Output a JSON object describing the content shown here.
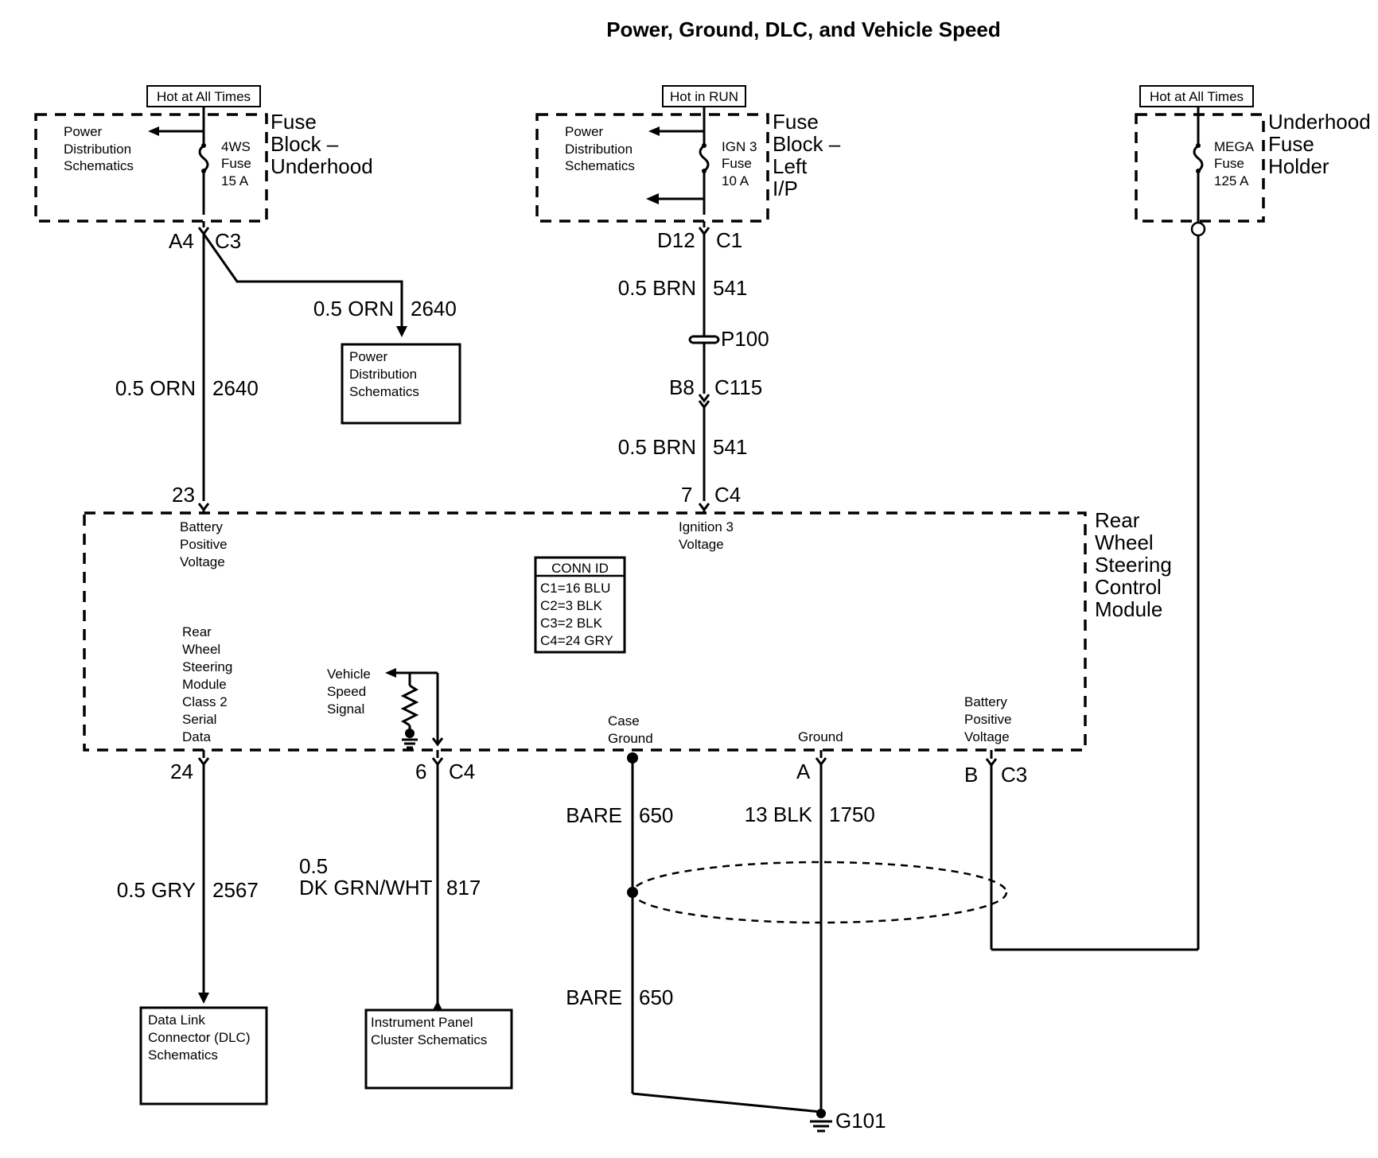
{
  "title": "Power, Ground, DLC, and Vehicle Speed",
  "hot_labels": {
    "left": "Hot at All Times",
    "middle": "Hot in RUN",
    "right": "Hot at All Times"
  },
  "fuse_block_underhood": {
    "name_lines": [
      "Fuse",
      "Block –",
      "Underhood"
    ],
    "pd_lines": [
      "Power",
      "Distribution",
      "Schematics"
    ],
    "fuse_lines": [
      "4WS",
      "Fuse",
      "15 A"
    ]
  },
  "fuse_block_left_ip": {
    "name_lines": [
      "Fuse",
      "Block –",
      "Left",
      "I/P"
    ],
    "pd_lines": [
      "Power",
      "Distribution",
      "Schematics"
    ],
    "fuse_lines": [
      "IGN 3",
      "Fuse",
      "10 A"
    ]
  },
  "underhood_fuse_holder": {
    "name_lines": [
      "Underhood",
      "Fuse",
      "Holder"
    ],
    "fuse_lines": [
      "MEGA",
      "Fuse",
      "125 A"
    ]
  },
  "connectors": {
    "a4": "A4",
    "c3_top": "C3",
    "d12": "D12",
    "c1": "C1",
    "p100": "P100",
    "b8": "B8",
    "c115": "C115",
    "pin23": "23",
    "pin7": "7",
    "c4_top": "C4",
    "pin24": "24",
    "pin6": "6",
    "c4_bottom": "C4",
    "pin_a": "A",
    "pin_b": "B",
    "c3_bottom": "C3",
    "g101": "G101"
  },
  "wires": {
    "orn_branch": {
      "size_color": "0.5 ORN",
      "circuit": "2640"
    },
    "orn_main": {
      "size_color": "0.5 ORN",
      "circuit": "2640"
    },
    "brn_upper": {
      "size_color": "0.5 BRN",
      "circuit": "541"
    },
    "brn_lower": {
      "size_color": "0.5 BRN",
      "circuit": "541"
    },
    "gry": {
      "size_color": "0.5 GRY",
      "circuit": "2567"
    },
    "dkgrn": {
      "size_line1": "0.5",
      "size_line2": "DK GRN/WHT",
      "circuit": "817"
    },
    "bare_upper": {
      "size_color": "BARE",
      "circuit": "650"
    },
    "bare_lower": {
      "size_color": "BARE",
      "circuit": "650"
    },
    "blk": {
      "size_color": "13 BLK",
      "circuit": "1750"
    }
  },
  "boxes": {
    "pd_box": [
      "Power",
      "Distribution",
      "Schematics"
    ],
    "dlc_box": [
      "Data Link",
      "Connector (DLC)",
      "Schematics"
    ],
    "ipc_box": [
      "Instrument Panel",
      "Cluster Schematics"
    ]
  },
  "module": {
    "name_lines": [
      "Rear",
      "Wheel",
      "Steering",
      "Control",
      "Module"
    ],
    "batt_pos_top": [
      "Battery",
      "Positive",
      "Voltage"
    ],
    "ign3": [
      "Ignition 3",
      "Voltage"
    ],
    "serial_data": [
      "Rear",
      "Wheel",
      "Steering",
      "Module",
      "Class 2",
      "Serial",
      "Data"
    ],
    "vss": [
      "Vehicle",
      "Speed",
      "Signal"
    ],
    "case_ground": [
      "Case",
      "Ground"
    ],
    "ground": "Ground",
    "batt_pos_bottom": [
      "Battery",
      "Positive",
      "Voltage"
    ]
  },
  "conn_id": {
    "header": "CONN ID",
    "rows": [
      "C1=16 BLU",
      "C2=3 BLK",
      "C3=2 BLK",
      "C4=24 GRY"
    ]
  }
}
